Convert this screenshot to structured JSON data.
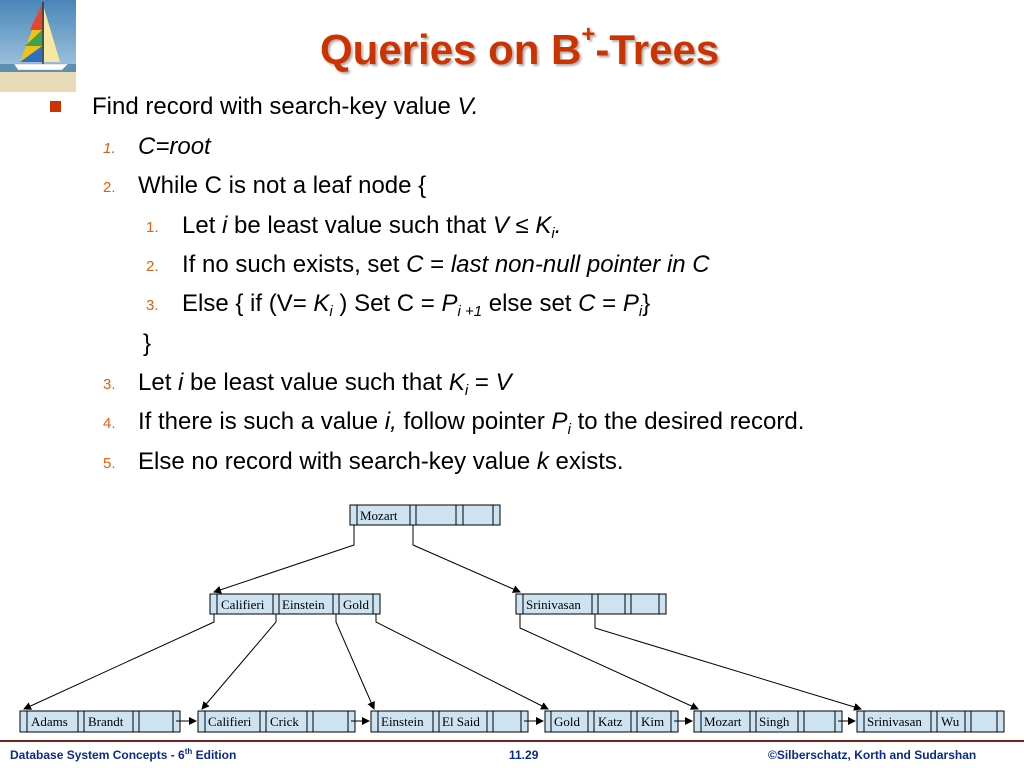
{
  "title": {
    "main": "Queries on B",
    "sup": "+",
    "tail": "-Trees"
  },
  "intro": {
    "text": "Find record with search-key value ",
    "var": "V."
  },
  "steps": {
    "s1": {
      "num": "1.",
      "a": "C=root"
    },
    "s2": {
      "num": "2.",
      "a": "While C is not a leaf node {"
    },
    "s21": {
      "num": "1.",
      "a": "Let ",
      "b": "i",
      "c": " be least value such that ",
      "d": "V",
      "e": " ≤ ",
      "f": "K",
      "g": "i",
      "h": "."
    },
    "s22": {
      "num": "2.",
      "a": "If no such exists, set ",
      "b": "C",
      "c": " = ",
      "d": "last non-null pointer in C"
    },
    "s23": {
      "num": "3.",
      "a": "Else { if (V= ",
      "b": "K",
      "c": "i",
      "d": " ) Set C = ",
      "e": "P",
      "f": "i +1",
      "g": " else set ",
      "h": "C",
      "i": " = ",
      "j": "P",
      "k": "i",
      "l": "}"
    },
    "close": "}",
    "s3": {
      "num": "3.",
      "a": "Let ",
      "b": "i",
      "c": " be least value such that ",
      "d": "K",
      "e": "i",
      "f": " = ",
      "g": "V"
    },
    "s4": {
      "num": "4.",
      "a": "If there is such a value ",
      "b": "i,",
      "c": "  follow pointer ",
      "d": "P",
      "e": "i",
      "f": "  to the desired record."
    },
    "s5": {
      "num": "5.",
      "a": "Else no record with search-key value ",
      "b": "k",
      "c": " exists."
    }
  },
  "tree": {
    "root": [
      "Mozart"
    ],
    "internal": [
      [
        "Califieri",
        "Einstein",
        "Gold"
      ],
      [
        "Srinivasan"
      ]
    ],
    "leaves": [
      [
        "Adams",
        "Brandt"
      ],
      [
        "Califieri",
        "Crick"
      ],
      [
        "Einstein",
        "El Said"
      ],
      [
        "Gold",
        "Katz",
        "Kim"
      ],
      [
        "Mozart",
        "Singh"
      ],
      [
        "Srinivasan",
        "Wu"
      ]
    ]
  },
  "footer": {
    "left": "Database System Concepts - 6",
    "left_sup": "th",
    "left_tail": " Edition",
    "center": "11.29",
    "right": "©Silberschatz, Korth and Sudarshan"
  },
  "colors": {
    "title": "#cc3300",
    "number": "#e06010",
    "node_fill": "#cde3f2",
    "footer_text": "#0a2a8c",
    "footer_rule": "#7b1e1e"
  }
}
